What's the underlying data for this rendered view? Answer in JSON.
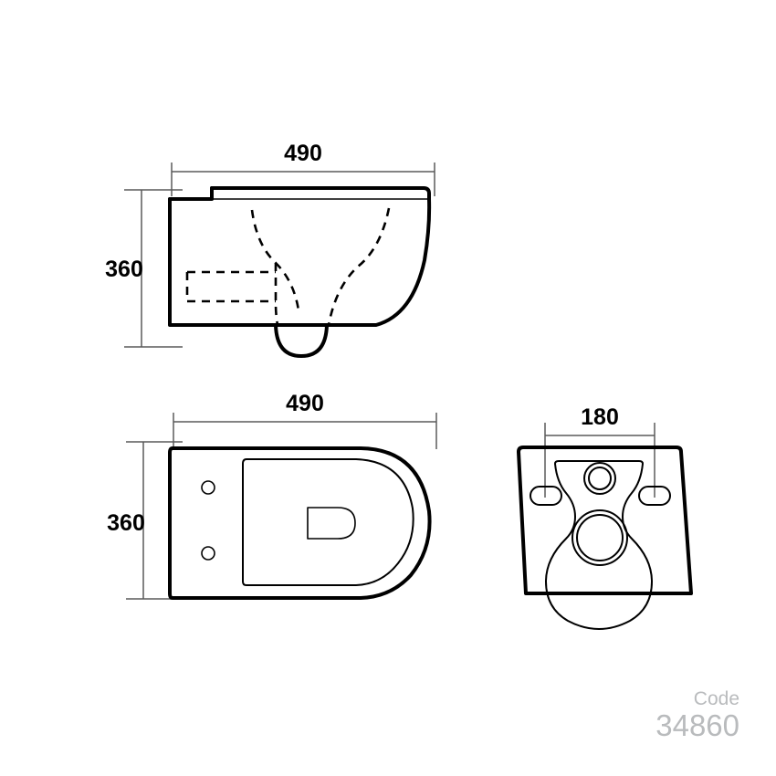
{
  "document": {
    "type": "technical-drawing",
    "subject": "wall-hung toilet pan",
    "background_color": "#ffffff",
    "line_color": "#000000",
    "dimension_line_color": "#5a5a5a",
    "code_text_color": "#b9bbbd"
  },
  "views": {
    "side": {
      "name": "side-elevation",
      "dimensions": {
        "width": {
          "value": "490",
          "unit_implied": "mm",
          "position": "top"
        },
        "height": {
          "value": "360",
          "unit_implied": "mm",
          "position": "left"
        }
      }
    },
    "top": {
      "name": "plan-view",
      "dimensions": {
        "width": {
          "value": "490",
          "unit_implied": "mm",
          "position": "top"
        },
        "height": {
          "value": "360",
          "unit_implied": "mm",
          "position": "left"
        }
      }
    },
    "rear": {
      "name": "rear-elevation",
      "dimensions": {
        "bolt_spacing": {
          "value": "180",
          "unit_implied": "mm",
          "position": "top"
        }
      }
    }
  },
  "footer": {
    "code_label": "Code",
    "code_value": "34860"
  }
}
